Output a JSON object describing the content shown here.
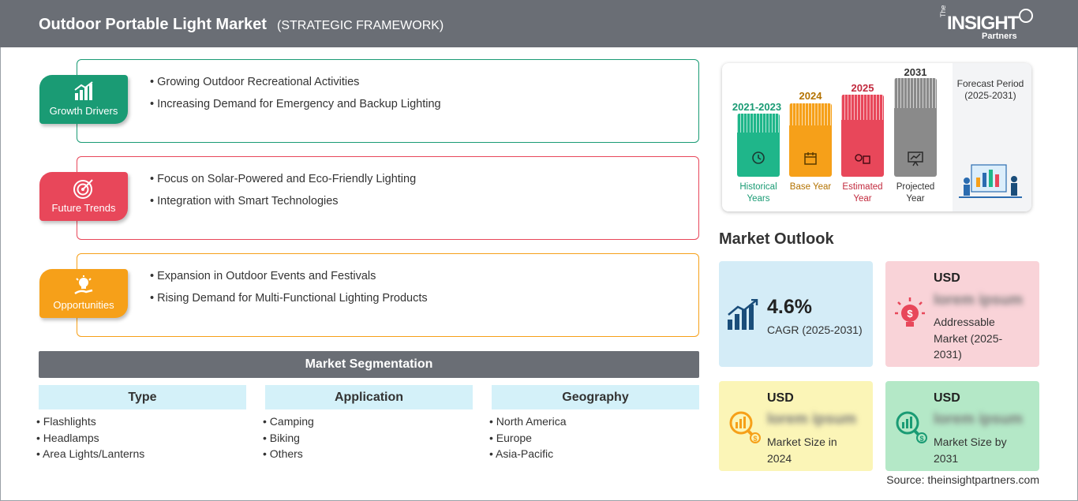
{
  "header": {
    "title": "Outdoor Portable Light Market",
    "subtitle": "(STRATEGIC FRAMEWORK)",
    "logo_text": [
      "The",
      "INSIGHT",
      "Partners"
    ]
  },
  "framework": [
    {
      "label": "Growth Drivers",
      "color": "#1a9b74",
      "icon": "growth-chart-icon",
      "points": [
        "Growing Outdoor Recreational Activities",
        "Increasing Demand for Emergency and Backup Lighting"
      ]
    },
    {
      "label": "Future Trends",
      "color": "#e8475a",
      "icon": "target-icon",
      "points": [
        "Focus on Solar-Powered and Eco-Friendly Lighting",
        "Integration with Smart Technologies"
      ]
    },
    {
      "label": "Opportunities",
      "color": "#f6a019",
      "icon": "lightbulb-hand-icon",
      "points": [
        "Expansion in Outdoor Events and Festivals",
        "Rising Demand for Multi-Functional Lighting Products"
      ]
    }
  ],
  "segmentation": {
    "title": "Market Segmentation",
    "columns": [
      {
        "head": "Type",
        "items": [
          "Flashlights",
          "Headlamps",
          "Area Lights/Lanterns"
        ]
      },
      {
        "head": "Application",
        "items": [
          "Camping",
          "Biking",
          "Others"
        ]
      },
      {
        "head": "Geography",
        "items": [
          "North America",
          "Europe",
          "Asia-Pacific"
        ]
      }
    ]
  },
  "timeline": {
    "bars": [
      {
        "year": "2021-2023",
        "label": "Historical Years",
        "color": "#1fb68a",
        "icon": "history-icon"
      },
      {
        "year": "2024",
        "label": "Base Year",
        "color": "#f6a019",
        "icon": "calendar-icon"
      },
      {
        "year": "2025",
        "label": "Estimated Year",
        "color": "#e8475a",
        "icon": "estimate-icon"
      },
      {
        "year": "2031",
        "label": "Projected Year",
        "color": "#8a8a8a",
        "icon": "presentation-icon"
      }
    ],
    "forecast": "Forecast Period (2025-2031)"
  },
  "outlook": {
    "title": "Market Outlook",
    "cagr_value": "4.6%",
    "cagr_label": "CAGR (2025-2031)",
    "addressable_currency": "USD",
    "addressable_value": "lorem ipsum",
    "addressable_label": "Addressable Market (2025-2031)",
    "size2024_currency": "USD",
    "size2024_value": "lorem ipsum",
    "size2024_label": "Market Size in 2024",
    "size2031_currency": "USD",
    "size2031_value": "lorem ipsum",
    "size2031_label": "Market Size by 2031"
  },
  "source": "Source: theinsightpartners.com"
}
